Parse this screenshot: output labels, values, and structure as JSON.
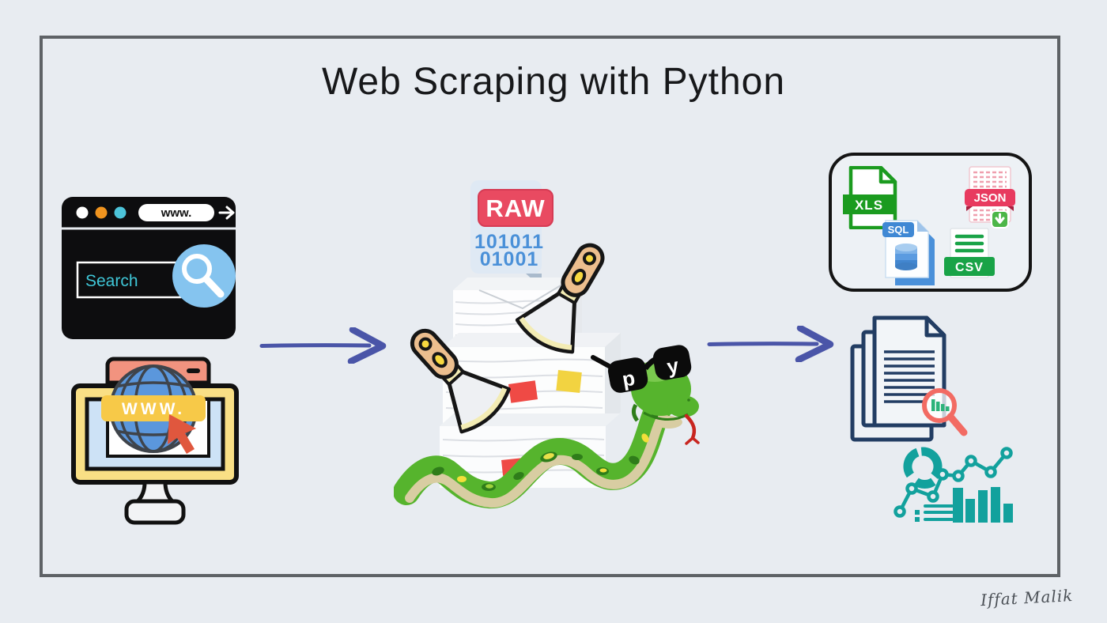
{
  "title": "Web Scraping with Python",
  "signature": "Iffat Malik",
  "stages": {
    "source": {
      "browser_url": "www.",
      "search_label": "Search",
      "www_banner": "WWW."
    },
    "scraping": {
      "raw_label": "RAW",
      "binary_line1": "101011",
      "binary_line2": "01001",
      "python_glasses": {
        "left_lens": "p",
        "right_lens": "y"
      }
    },
    "output": {
      "formats": {
        "xls": "XLS",
        "json": "JSON",
        "sql": "SQL",
        "csv": "CSV"
      }
    }
  },
  "colors": {
    "background": "#e8ecf1",
    "arrow": "#4a55a8",
    "raw_badge": "#e94a61",
    "binary_text": "#4a90d8",
    "search_text": "#3fc6d7",
    "magnifier_blue": "#85c4ef",
    "monitor_yellow": "#f9df85",
    "banner_yellow": "#f7c948",
    "cursor_orange": "#e0573e",
    "xls_green": "#1b9b1f",
    "json_pink": "#e83a5f",
    "sql_blue": "#4a90d9",
    "csv_green": "#19a347",
    "doc_navy": "#223d63",
    "magnifier_coral": "#f26b63",
    "chart_teal": "#12a19d",
    "snake_green": "#56b42d"
  }
}
